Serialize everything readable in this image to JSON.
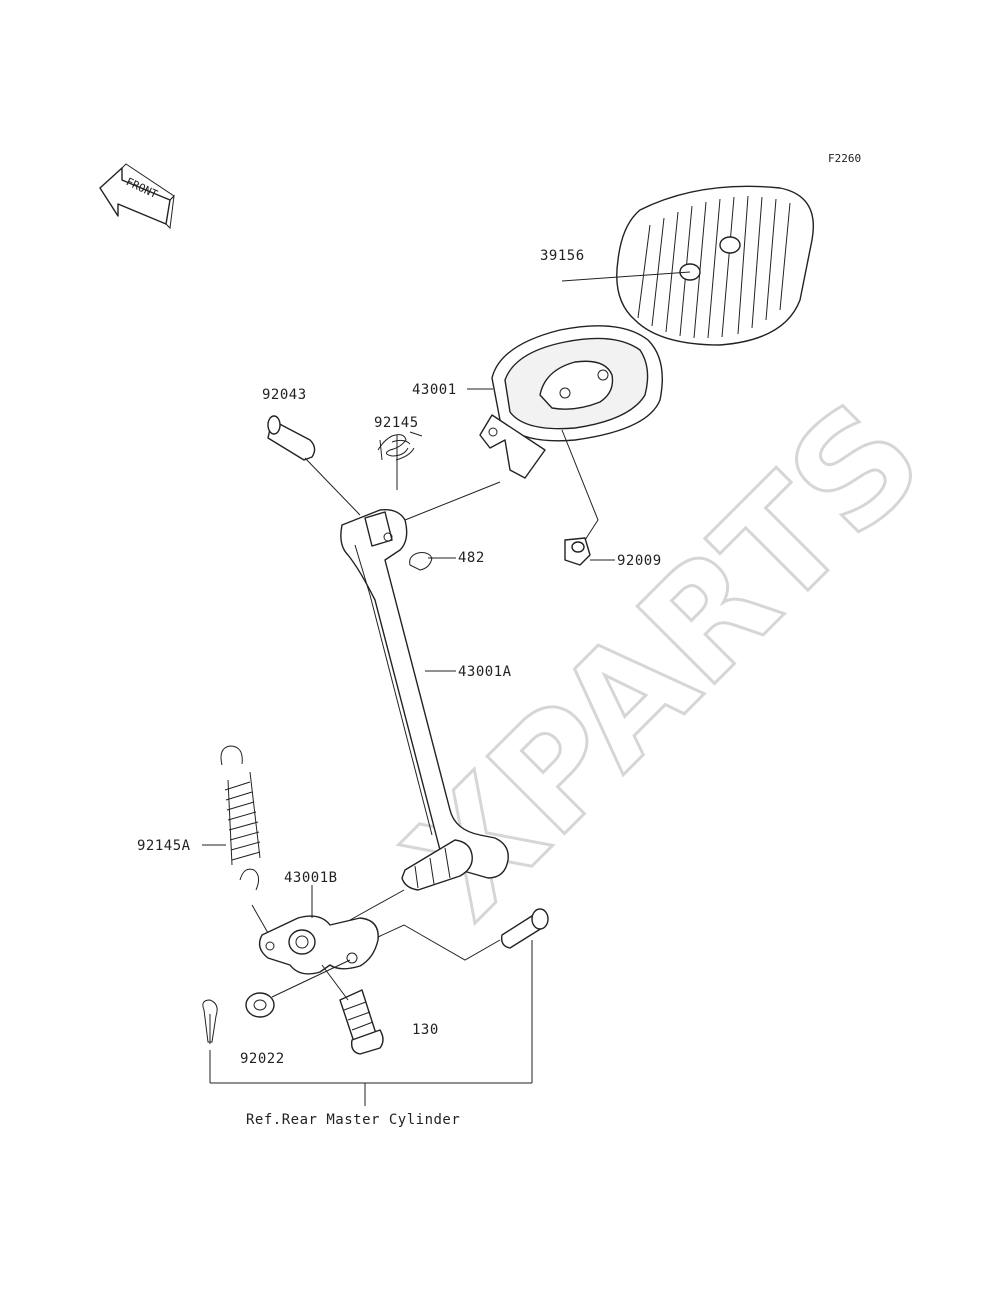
{
  "figure_code": "F2260",
  "orientation_label": "FRONT",
  "watermark": "XPARTS",
  "parts": {
    "p39156": "39156",
    "p43001": "43001",
    "p92043": "92043",
    "p92145": "92145",
    "p482": "482",
    "p92009": "92009",
    "p43001A": "43001A",
    "p92145A": "92145A",
    "p43001B": "43001B",
    "p130": "130",
    "p92022": "92022"
  },
  "reference_note": "Ref.Rear Master Cylinder"
}
